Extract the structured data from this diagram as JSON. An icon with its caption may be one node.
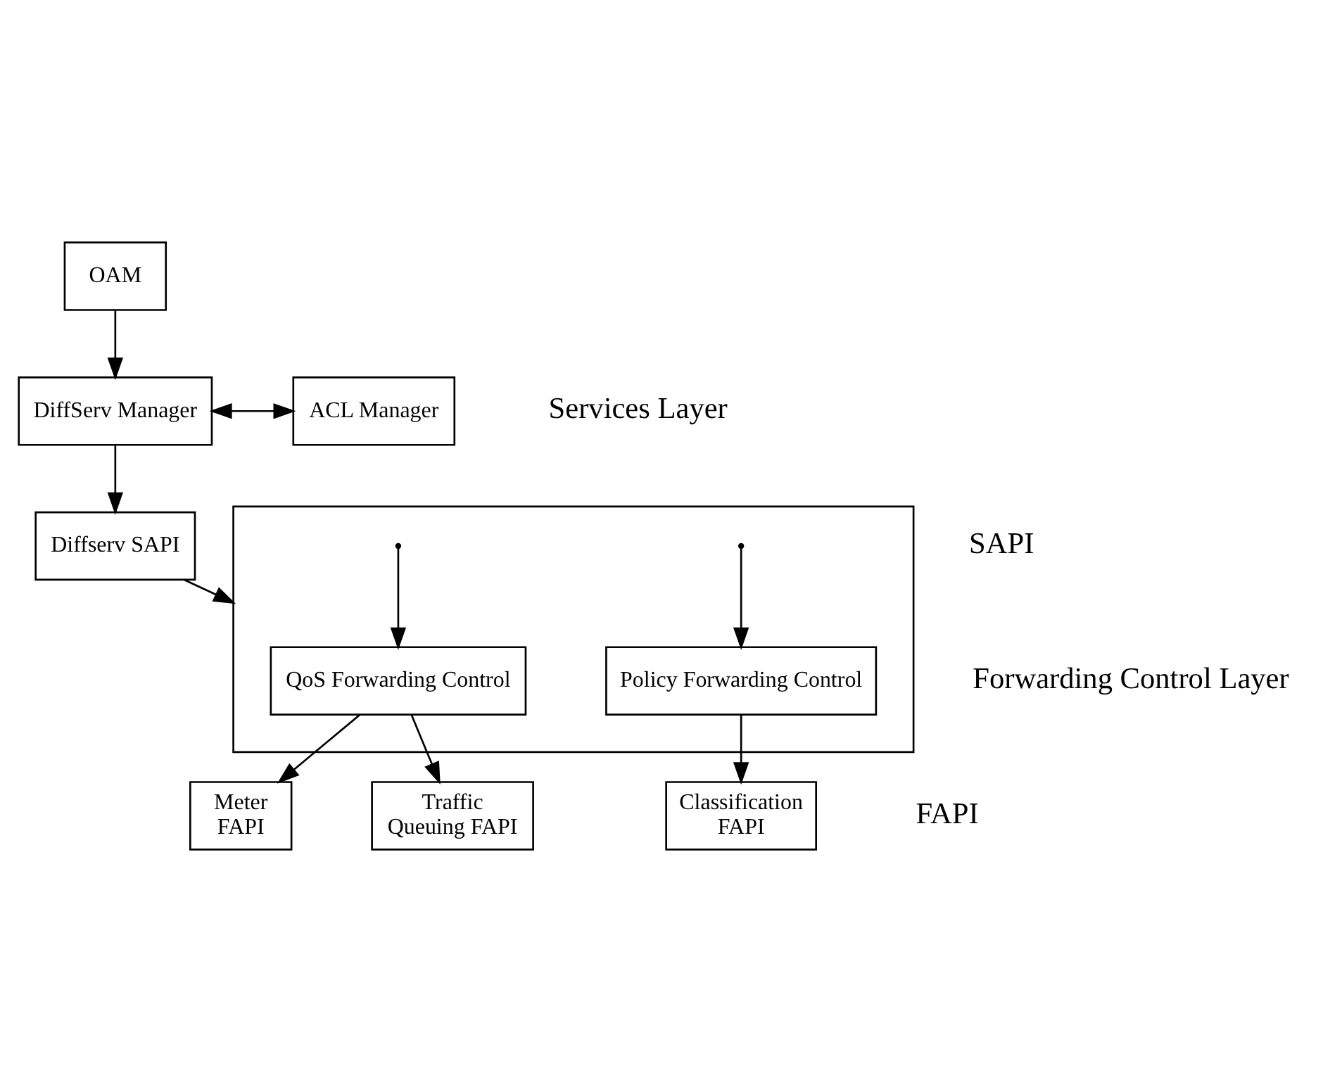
{
  "diagram": {
    "nodes": [
      {
        "text": [
          "OAM"
        ]
      },
      {
        "text": [
          "DiffServ Manager"
        ]
      },
      {
        "text": [
          "ACL Manager"
        ]
      },
      {
        "text": [
          "Diffserv SAPI"
        ]
      },
      {
        "text": [],
        "shape": "box"
      },
      {
        "text": [
          "QoS Forwarding Control"
        ],
        "in": 4
      },
      {
        "text": [
          "Policy Forwarding Control"
        ],
        "in": 4
      },
      {
        "text": [
          "Meter",
          "FAPI"
        ]
      },
      {
        "text": [
          "Traffic",
          "Queuing FAPI"
        ]
      },
      {
        "text": [
          "Classification",
          "FAPI"
        ]
      }
    ],
    "edges": [
      {
        "from": 0,
        "to": 1,
        "arrow": "to"
      },
      {
        "from": 1,
        "to": 2,
        "arrow": "both"
      },
      {
        "from": 1,
        "to": 3,
        "arrow": "to"
      },
      {
        "from": 3,
        "to": 4,
        "arrow": "to"
      },
      {
        "from": null,
        "to": 5,
        "arrow": "to"
      },
      {
        "from": null,
        "to": 6,
        "arrow": "to"
      },
      {
        "from": 5,
        "to": 7,
        "arrow": "to"
      },
      {
        "from": 5,
        "to": 8,
        "arrow": "to"
      },
      {
        "from": 6,
        "to": 9,
        "arrow": "to"
      }
    ],
    "labels": [
      "Services Layer",
      "SAPI",
      "Forwarding Control Layer",
      "FAPI"
    ]
  }
}
